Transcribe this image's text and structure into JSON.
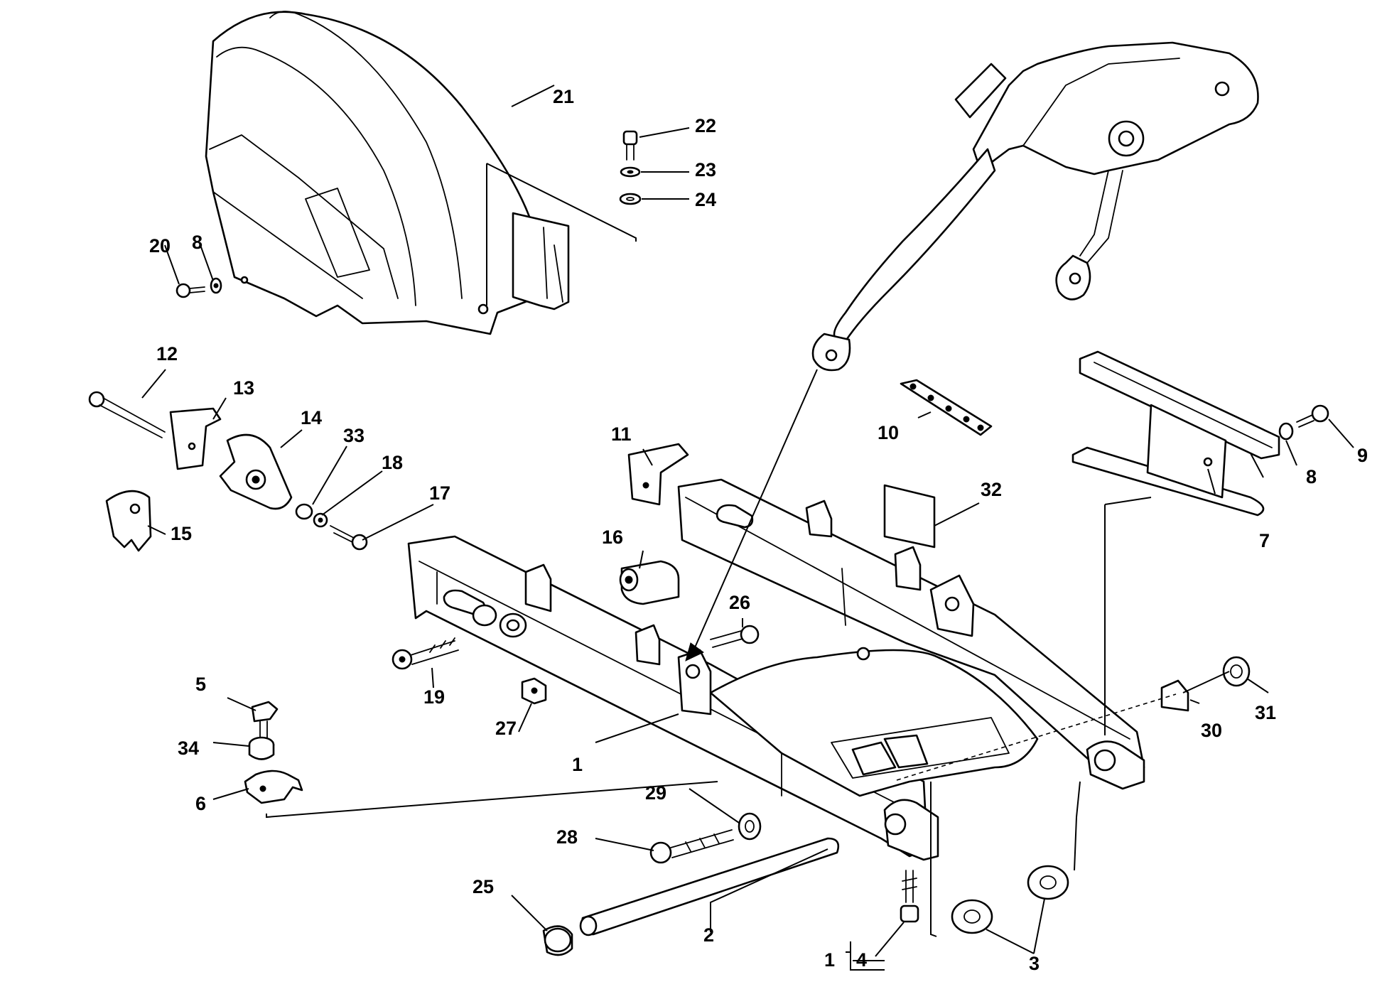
{
  "callouts": {
    "c1": "1",
    "c2": "2",
    "c3": "3",
    "c4_prefix": "1",
    "c4": "4",
    "c5": "5",
    "c6": "6",
    "c7": "7",
    "c8a": "8",
    "c8b": "8",
    "c9": "9",
    "c10": "10",
    "c11": "11",
    "c12": "12",
    "c13": "13",
    "c14": "14",
    "c15": "15",
    "c16": "16",
    "c17": "17",
    "c18": "18",
    "c19": "19",
    "c20": "20",
    "c21": "21",
    "c22": "22",
    "c23": "23",
    "c24": "24",
    "c25": "25",
    "c26": "26",
    "c27": "27",
    "c28": "28",
    "c29": "29",
    "c30": "30",
    "c31": "31",
    "c32": "32",
    "c33": "33",
    "c34": "34"
  }
}
